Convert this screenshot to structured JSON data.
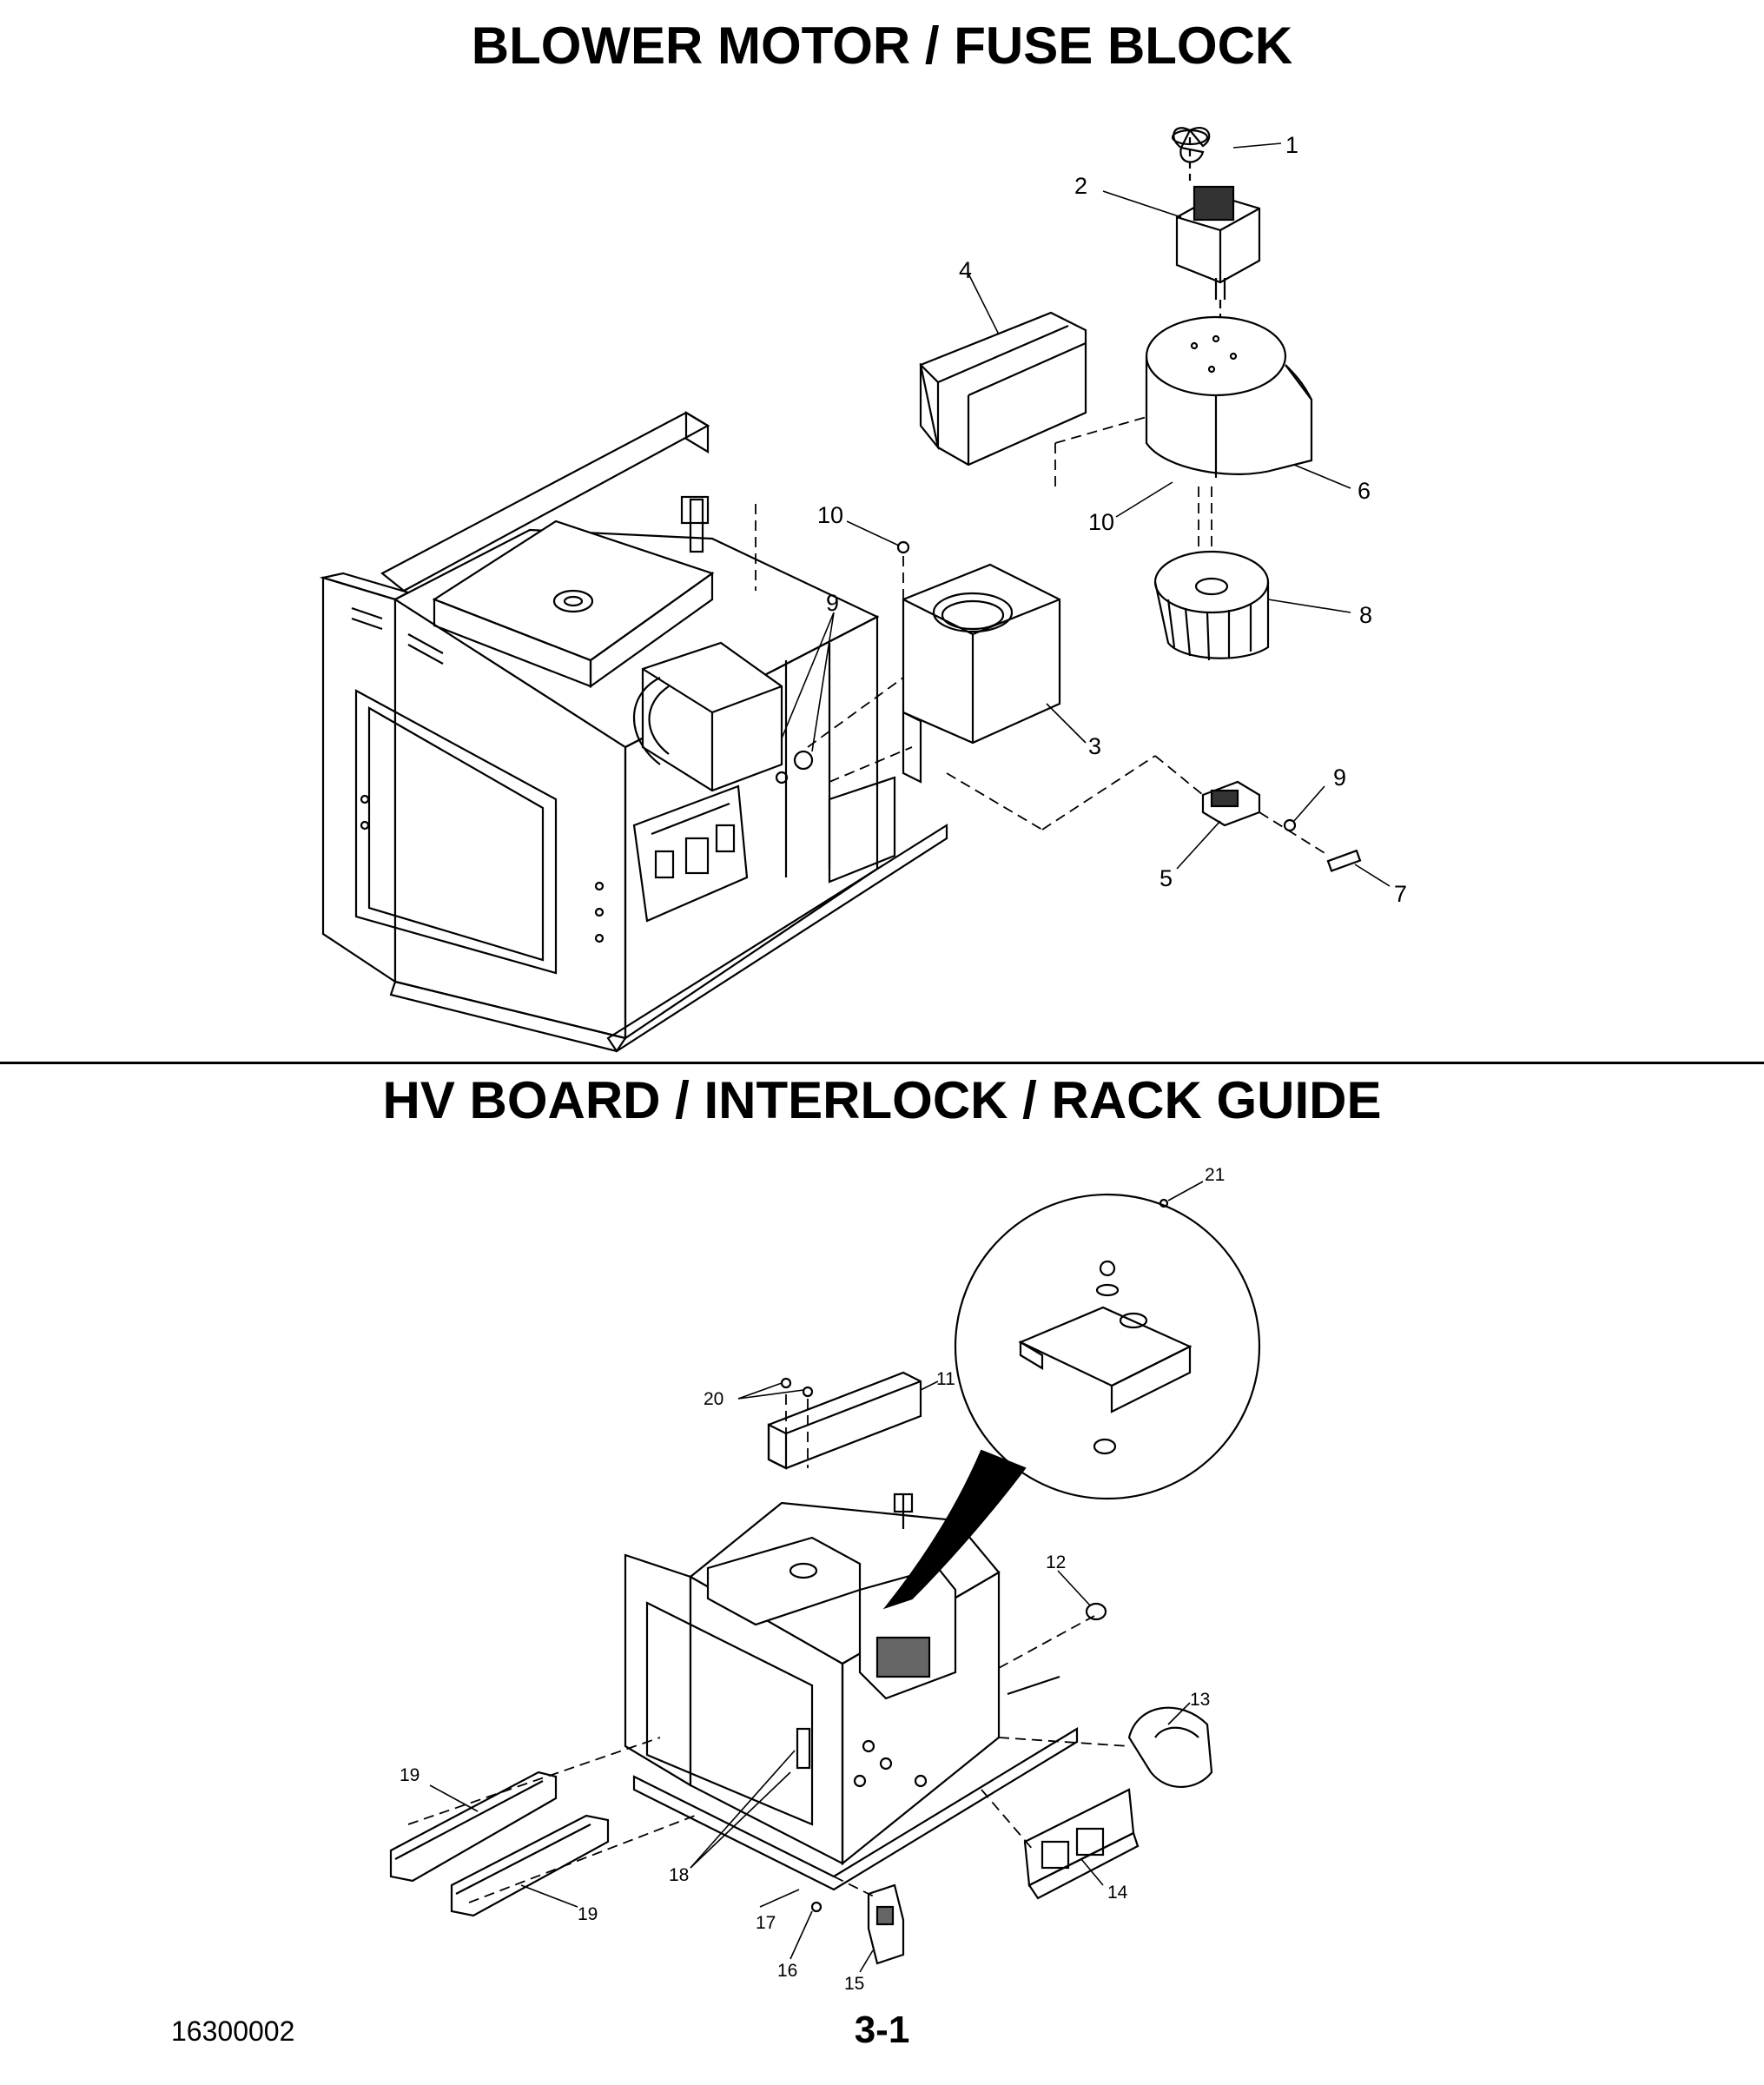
{
  "titles": {
    "top": "BLOWER MOTOR / FUSE BLOCK",
    "bottom": "HV BOARD / INTERLOCK / RACK GUIDE"
  },
  "footer": {
    "doc_number": "16300002",
    "page": "3-1"
  },
  "callouts_top": [
    "1",
    "2",
    "4",
    "10",
    "10",
    "9",
    "3",
    "6",
    "8",
    "9",
    "5",
    "7"
  ],
  "callouts_bottom": [
    "21",
    "20",
    "11",
    "12",
    "13",
    "19",
    "18",
    "19",
    "17",
    "16",
    "15",
    "14"
  ]
}
